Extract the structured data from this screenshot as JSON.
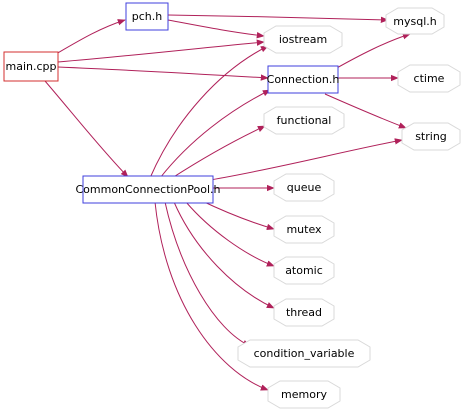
{
  "colors": {
    "background": "#ffffff",
    "edge": "#b0215a",
    "box_source": "#d32f2f",
    "box_header": "#3f3fdd",
    "octagon_border": "#d9d9d9",
    "octagon_fill": "#ffffff"
  },
  "nodes": {
    "main_cpp": "main.cpp",
    "pch_h": "pch.h",
    "connection_h": "Connection.h",
    "pool_h": "CommonConnectionPool.h",
    "mysql_h": "mysql.h",
    "iostream": "iostream",
    "ctime": "ctime",
    "functional": "functional",
    "string": "string",
    "queue": "queue",
    "mutex": "mutex",
    "atomic": "atomic",
    "thread": "thread",
    "condition_variable": "condition_variable",
    "memory": "memory"
  }
}
